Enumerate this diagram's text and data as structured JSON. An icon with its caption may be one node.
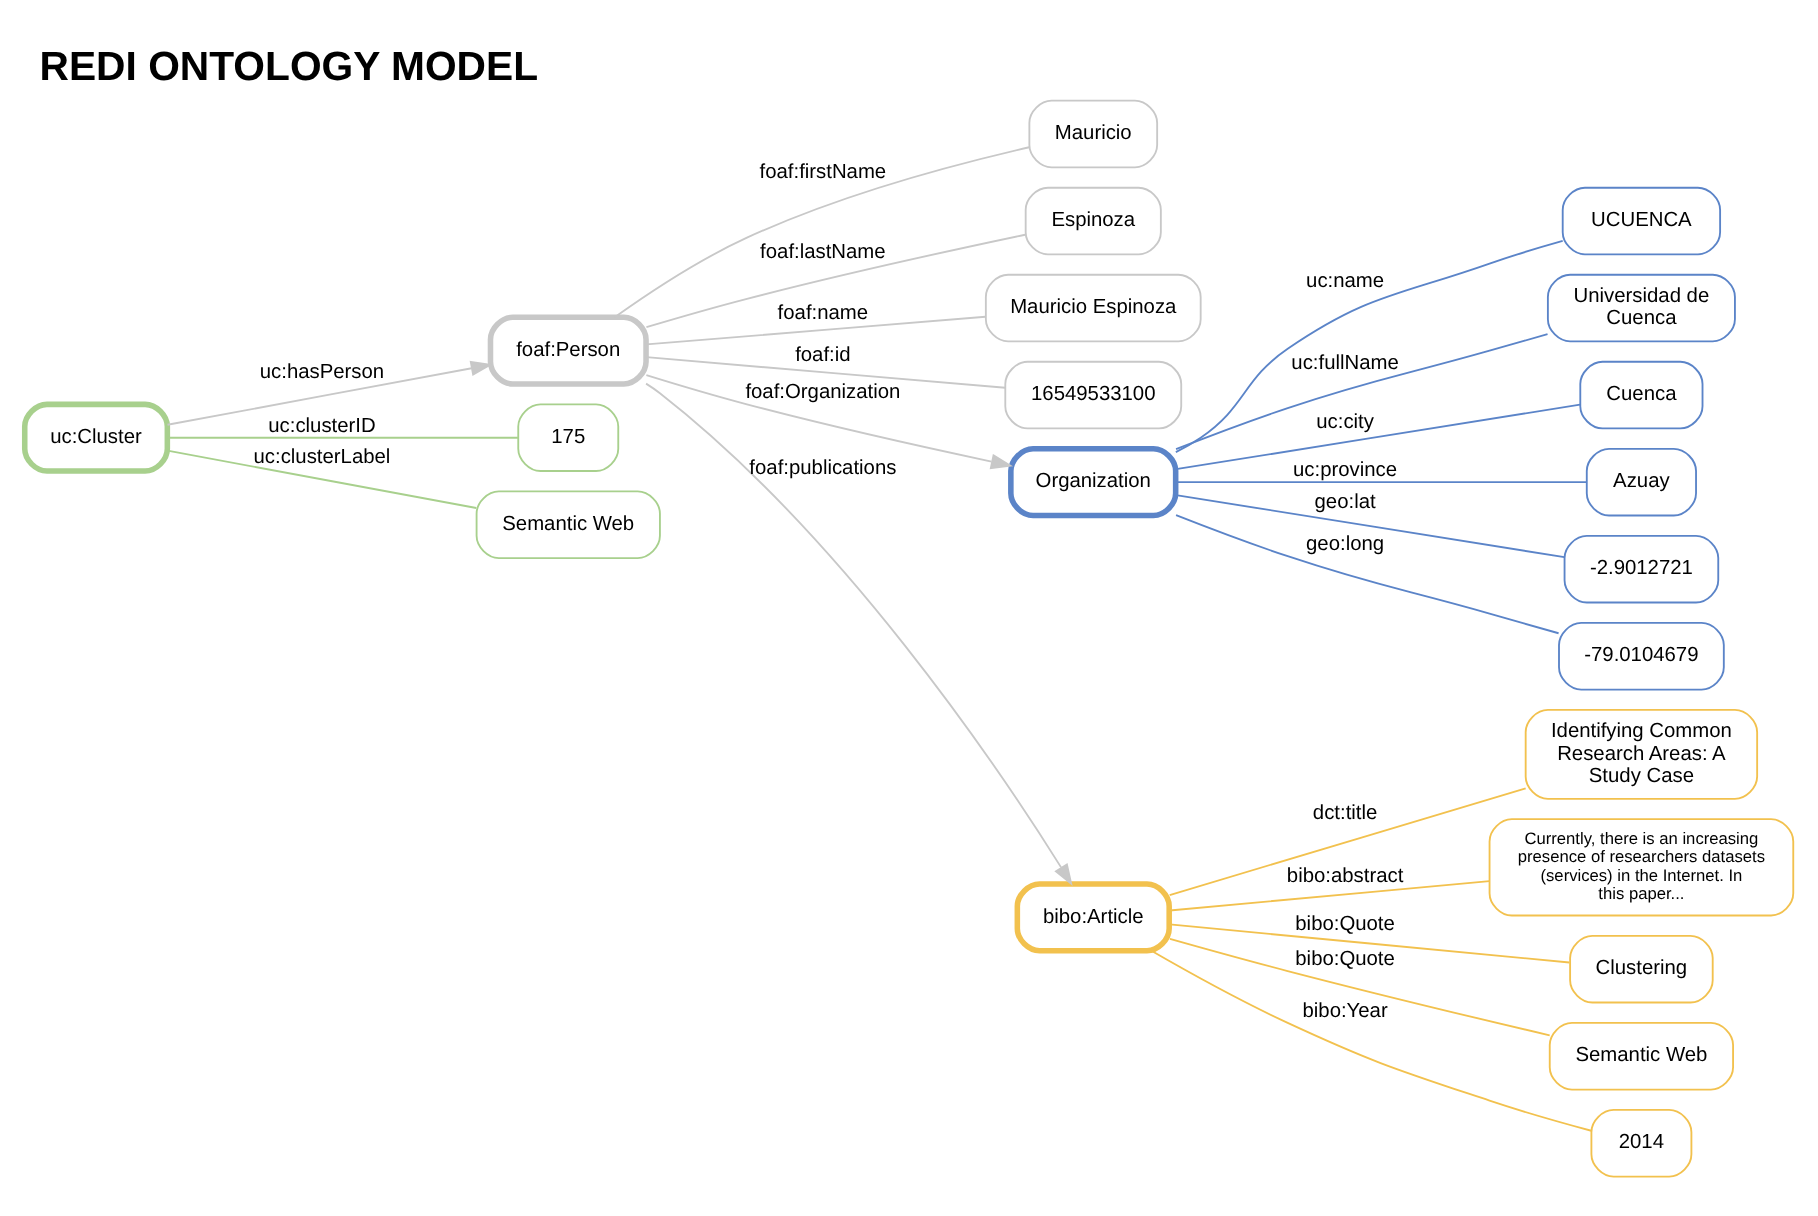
{
  "diagram": {
    "title": "REDI ONTOLOGY MODEL",
    "nodes": [
      {
        "text": [
          "Mauricio"
        ]
      },
      {
        "text": [
          "Espinoza"
        ]
      },
      {
        "text": [
          "foaf:Person"
        ]
      },
      {
        "text": [
          "Mauricio Espinoza"
        ]
      },
      {
        "text": [
          "16549533100"
        ]
      },
      {
        "text": [
          "175"
        ]
      },
      {
        "text": [
          "uc:Cluster"
        ]
      },
      {
        "text": [
          "Semantic Web"
        ]
      },
      {
        "text": [
          "UCUENCA"
        ]
      },
      {
        "text": [
          "Universidad de Cuenca"
        ]
      },
      {
        "text": [
          "Organization"
        ]
      },
      {
        "text": [
          "bibo:Article"
        ]
      },
      {
        "text": [
          "Cuenca"
        ]
      },
      {
        "text": [
          "Azuay"
        ]
      },
      {
        "text": [
          "-2.9012721"
        ]
      },
      {
        "text": [
          "Identifying Common Research Areas: A Study Case"
        ]
      },
      {
        "text": [
          "Currently, there is an increasing presence of researchers datasets (services) in the Internet. In this paper..."
        ]
      },
      {
        "text": [
          "Clustering"
        ]
      },
      {
        "text": [
          "Semantic Web"
        ]
      },
      {
        "text": [
          "2014"
        ]
      },
      {
        "text": [
          "-79.0104679"
        ]
      }
    ],
    "edges": [
      {
        "from": 2,
        "to": 0,
        "arrow": "none",
        "label": "foaf:firstName",
        "color": "#c8c8c8"
      },
      {
        "from": 2,
        "to": 1,
        "arrow": "none",
        "label": "foaf:lastName",
        "color": "#c8c8c8"
      },
      {
        "from": 2,
        "to": 3,
        "arrow": "none",
        "label": "foaf:name",
        "color": "#c8c8c8"
      },
      {
        "from": 2,
        "to": 4,
        "arrow": "none",
        "label": "foaf:id",
        "color": "#c8c8c8"
      },
      {
        "from": 6,
        "to": 2,
        "arrow": "to",
        "label": "uc:hasPerson",
        "color": "#c8c8c8"
      },
      {
        "from": 6,
        "to": 5,
        "arrow": "none",
        "label": "uc:clusterID",
        "color": "#a8d08d"
      },
      {
        "from": 6,
        "to": 7,
        "arrow": "none",
        "label": "uc:clusterLabel",
        "color": "#a8d08d"
      },
      {
        "from": 2,
        "to": 11,
        "arrow": "to",
        "label": "foaf:publications",
        "color": "#c8c8c8"
      },
      {
        "from": 2,
        "to": 10,
        "arrow": "to",
        "label": "foaf:Organization",
        "color": "#c8c8c8"
      },
      {
        "from": 10,
        "to": 8,
        "arrow": "none",
        "label": "uc:name",
        "color": "#5b84c8"
      },
      {
        "from": 10,
        "to": 9,
        "arrow": "none",
        "label": "uc:fullName",
        "color": "#5b84c8"
      },
      {
        "from": 10,
        "to": 12,
        "arrow": "none",
        "label": "uc:city",
        "color": "#5b84c8"
      },
      {
        "from": 10,
        "to": 13,
        "arrow": "none",
        "label": "uc:province",
        "color": "#5b84c8"
      },
      {
        "from": 10,
        "to": 14,
        "arrow": "none",
        "label": "geo:lat",
        "color": "#5b84c8"
      },
      {
        "from": 10,
        "to": 20,
        "arrow": "none",
        "label": "geo:long",
        "color": "#5b84c8"
      },
      {
        "from": 11,
        "to": 15,
        "arrow": "none",
        "label": "dct:title",
        "color": "#f2c14e"
      },
      {
        "from": 11,
        "to": 16,
        "arrow": "none",
        "label": "bibo:abstract",
        "color": "#f2c14e"
      },
      {
        "from": 11,
        "to": 17,
        "arrow": "none",
        "label": "bibo:Quote",
        "color": "#f2c14e"
      },
      {
        "from": 11,
        "to": 18,
        "arrow": "none",
        "label": "bibo:Quote",
        "color": "#f2c14e"
      },
      {
        "from": 11,
        "to": 19,
        "arrow": "none",
        "label": "bibo:Year",
        "color": "#f2c14e"
      }
    ]
  }
}
